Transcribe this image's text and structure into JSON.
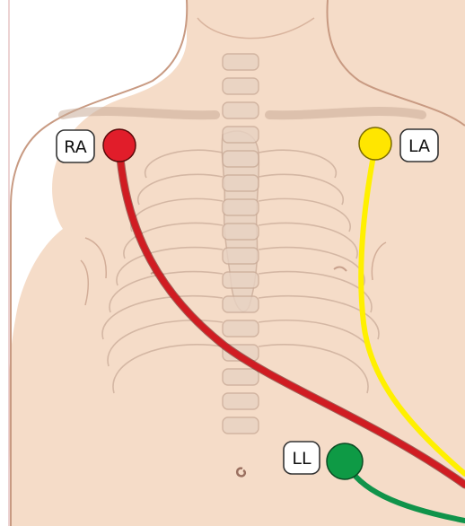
{
  "electrodes": [
    {
      "id": "ra",
      "label": "RA",
      "color": "#e11d2a",
      "lead_color": "#d01c22"
    },
    {
      "id": "la",
      "label": "LA",
      "color": "#ffe600",
      "lead_color": "#fff000"
    },
    {
      "id": "ll",
      "label": "LL",
      "color": "#0e9a45",
      "lead_color": "#10934a"
    }
  ],
  "colors": {
    "skin": "#f5dcc8",
    "skin_outline": "#c89a82",
    "bone": "#e8d3c3",
    "bone_outline": "#c9ab98",
    "label_border": "#333333",
    "frame": "#d9a7a7"
  }
}
